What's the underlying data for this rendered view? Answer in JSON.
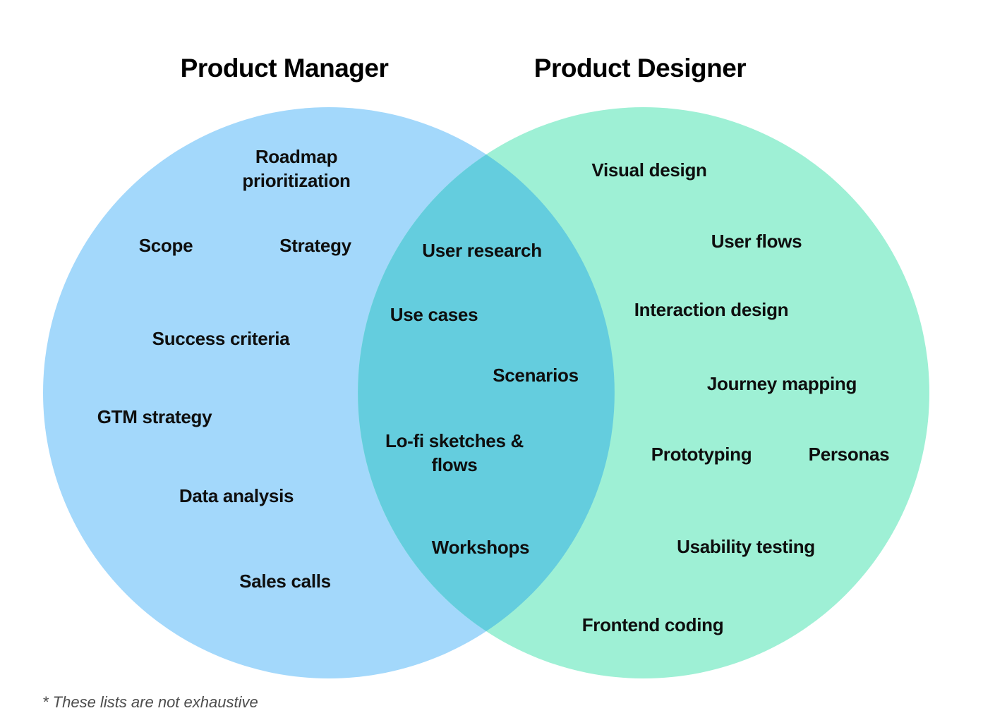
{
  "venn": {
    "left_circle": {
      "title": "Product Manager",
      "color": "#A3D8FB",
      "items": [
        "Roadmap prioritization",
        "Scope",
        "Strategy",
        "Success criteria",
        "GTM strategy",
        "Data analysis",
        "Sales calls"
      ]
    },
    "right_circle": {
      "title": "Product Designer",
      "color": "#9EF0D5",
      "items": [
        "Visual design",
        "User flows",
        "Interaction design",
        "Journey mapping",
        "Prototyping",
        "Personas",
        "Usability testing",
        "Frontend coding"
      ]
    },
    "overlap": {
      "color": "#64CDDE",
      "items": [
        "User research",
        "Use cases",
        "Scenarios",
        "Lo-fi sketches & flows",
        "Workshops"
      ]
    },
    "footnote": "* These lists are not exhaustive"
  }
}
